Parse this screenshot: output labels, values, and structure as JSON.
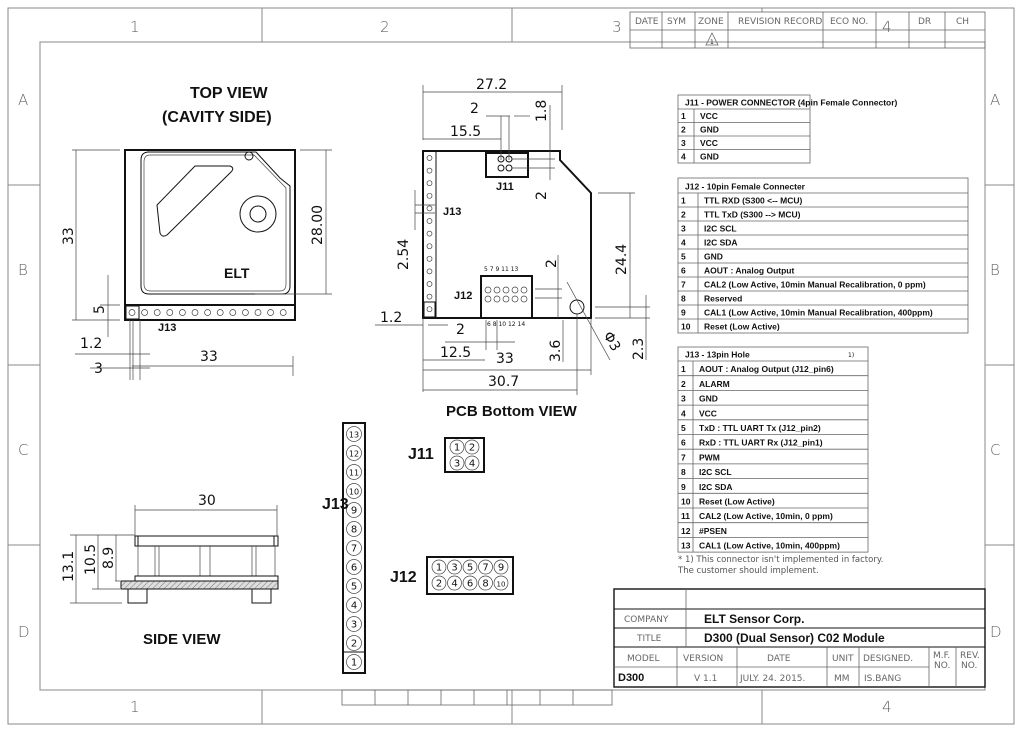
{
  "zones": {
    "columns": [
      "1",
      "2",
      "3",
      "4"
    ],
    "rows": [
      "A",
      "B",
      "C",
      "D"
    ]
  },
  "revision_table": {
    "headers": [
      "DATE",
      "SYM",
      "ZONE",
      "REVISION RECORD",
      "ECO NO.",
      "DR",
      "CH"
    ],
    "zone_mark": "1"
  },
  "top_view": {
    "title": "TOP VIEW",
    "subtitle": "(CAVITY SIDE)",
    "brand": "ELT",
    "connector": "J13",
    "dims": {
      "height": "33",
      "sensor_height": "28.00",
      "strip": "5",
      "pin_offset": "1.2",
      "edge": "3",
      "width": "33"
    }
  },
  "pcb_view": {
    "title": "PCB Bottom VIEW",
    "j11": "J11",
    "j12": "J12",
    "j13": "J13",
    "dims": {
      "width": "27.2",
      "j11_pitch": "2",
      "j11_y": "1.8",
      "j11_x": "15.5",
      "j11_gap": "2",
      "pitch": "2.54",
      "height": "24.4",
      "j12_pitch_v": "2",
      "edge": "1.2",
      "j12_pitch_h": "2",
      "j12_x": "12.5",
      "j12_span": "33",
      "full_width": "30.7",
      "hole_y": "3.6",
      "hole_dia": "Φ3",
      "hole_edge": "2.3"
    },
    "j12_top_pins": "5  7  9  11  13",
    "j12_bottom_pins": "6  8 10 12 14"
  },
  "side_view": {
    "title": "SIDE VIEW",
    "dims": {
      "width": "30",
      "total": "13.1",
      "mid": "10.5",
      "body": "8.9"
    }
  },
  "connectors": {
    "j13_label": "J13",
    "j13_pins": [
      "13",
      "12",
      "11",
      "10",
      "9",
      "8",
      "7",
      "6",
      "5",
      "4",
      "3",
      "2",
      "1"
    ],
    "j11_label": "J11",
    "j11_pins": [
      "1",
      "2",
      "3",
      "4"
    ],
    "j12_label": "J12",
    "j12_pins_top": [
      "1",
      "3",
      "5",
      "7",
      "9"
    ],
    "j12_pins_bottom": [
      "2",
      "4",
      "6",
      "8",
      "10"
    ]
  },
  "j11_table": {
    "title": "J11 - POWER CONNECTOR (4pin Female Connector)",
    "rows": [
      [
        "1",
        "VCC"
      ],
      [
        "2",
        "GND"
      ],
      [
        "3",
        "VCC"
      ],
      [
        "4",
        "GND"
      ]
    ]
  },
  "j12_table": {
    "title": "J12 - 10pin Female Connecter",
    "rows": [
      [
        "1",
        "TTL RXD (S300 <-- MCU)"
      ],
      [
        "2",
        "TTL TxD (S300 --> MCU)"
      ],
      [
        "3",
        "I2C SCL"
      ],
      [
        "4",
        "I2C SDA"
      ],
      [
        "5",
        "GND"
      ],
      [
        "6",
        "AOUT : Analog Output"
      ],
      [
        "7",
        "CAL2 (Low Active, 10min Manual Recalibration, 0 ppm)"
      ],
      [
        "8",
        "Reserved"
      ],
      [
        "9",
        "CAL1 (Low Active, 10min Manual Recalibration, 400ppm)"
      ],
      [
        "10",
        "Reset (Low Active)"
      ]
    ]
  },
  "j13_table": {
    "title": "J13 - 13pin Hole",
    "note_mark": "1)",
    "rows": [
      [
        "1",
        "AOUT : Analog Output (J12_pin6)"
      ],
      [
        "2",
        "ALARM"
      ],
      [
        "3",
        "GND"
      ],
      [
        "4",
        "VCC"
      ],
      [
        "5",
        "TxD : TTL UART Tx (J12_pin2)"
      ],
      [
        "6",
        "RxD : TTL UART Rx (J12_pin1)"
      ],
      [
        "7",
        "PWM"
      ],
      [
        "8",
        "I2C SCL"
      ],
      [
        "9",
        "I2C SDA"
      ],
      [
        "10",
        "Reset (Low Active)"
      ],
      [
        "11",
        "CAL2 (Low Active, 10min, 0 ppm)"
      ],
      [
        "12",
        "#PSEN"
      ],
      [
        "13",
        "CAL1 (Low Active, 10min, 400ppm)"
      ]
    ],
    "footnote_1": "* 1) This connector isn't implemented in factory.",
    "footnote_2": "The customer should implement."
  },
  "title_block": {
    "company_label": "COMPANY",
    "company": "ELT Sensor Corp.",
    "title_label": "TITLE",
    "title": "D300 (Dual Sensor) C02 Module",
    "model_label": "MODEL",
    "model": "D300",
    "version_label": "VERSION",
    "version": "V 1.1",
    "date_label": "DATE",
    "date": "JULY. 24. 2015.",
    "unit_label": "UNIT",
    "unit": "MM",
    "designed_label": "DESIGNED.",
    "designed": "IS.BANG",
    "mf_label_1": "M.F.",
    "mf_label_2": "NO.",
    "rev_label_1": "REV.",
    "rev_label_2": "NO."
  }
}
